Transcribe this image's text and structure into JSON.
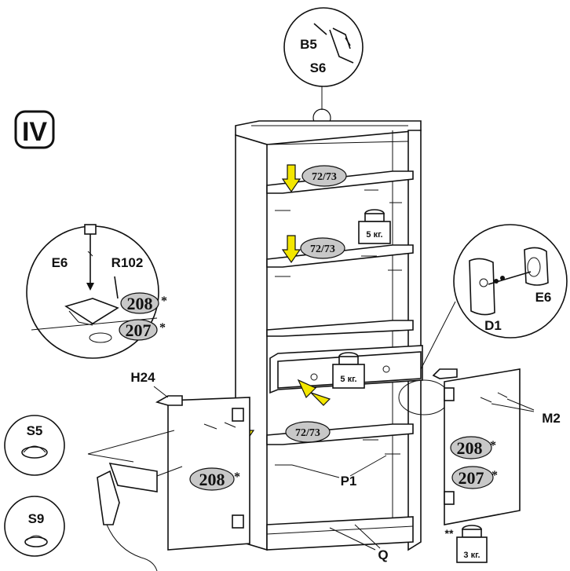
{
  "step": {
    "label": "IV"
  },
  "parts": {
    "b5": "B5",
    "s6": "S6",
    "e6_left": "E6",
    "r102": "R102",
    "e6_right": "E6",
    "d1": "D1",
    "h24": "H24",
    "m2": "M2",
    "p1": "P1",
    "q": "Q",
    "s5": "S5",
    "s9": "S9"
  },
  "codes": {
    "shelf_top": "72/73",
    "shelf_mid": "72/73",
    "shelf_low": "72/73",
    "detail_208": "208",
    "detail_207": "207",
    "left_door_208": "208",
    "right_door_208": "208",
    "right_door_207": "207",
    "asterisk": "*"
  },
  "weights": {
    "shelf_weight": "5 кг.",
    "drawer_weight": "5 кг.",
    "floor_weight": "3 кг.",
    "floor_mark": "**"
  },
  "colors": {
    "arrow": "#f3e600",
    "oval": "#c8c8c8",
    "line": "#111111"
  }
}
